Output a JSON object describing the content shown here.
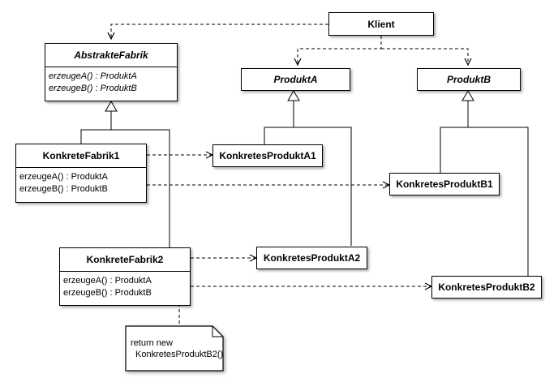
{
  "classes": {
    "client": "Klient",
    "abstract_factory": {
      "name": "AbstrakteFabrik",
      "operations": [
        "erzeugeA() : ProduktA",
        "erzeugeB() : ProduktB"
      ]
    },
    "product_a": "ProduktA",
    "product_b": "ProduktB",
    "concrete_factory_1": {
      "name": "KonkreteFabrik1",
      "operations": [
        "erzeugeA() : ProduktA",
        "erzeugeB() : ProduktB"
      ]
    },
    "concrete_factory_2": {
      "name": "KonkreteFabrik2",
      "operations": [
        "erzeugeA() : ProduktA",
        "erzeugeB() : ProduktB"
      ]
    },
    "concrete_product_a1": "KonkretesProduktA1",
    "concrete_product_a2": "KonkretesProduktA2",
    "concrete_product_b1": "KonkretesProduktB1",
    "concrete_product_b2": "KonkretesProduktB2"
  },
  "note": {
    "line1": "return new",
    "line2": "KonkretesProduktB2()"
  }
}
